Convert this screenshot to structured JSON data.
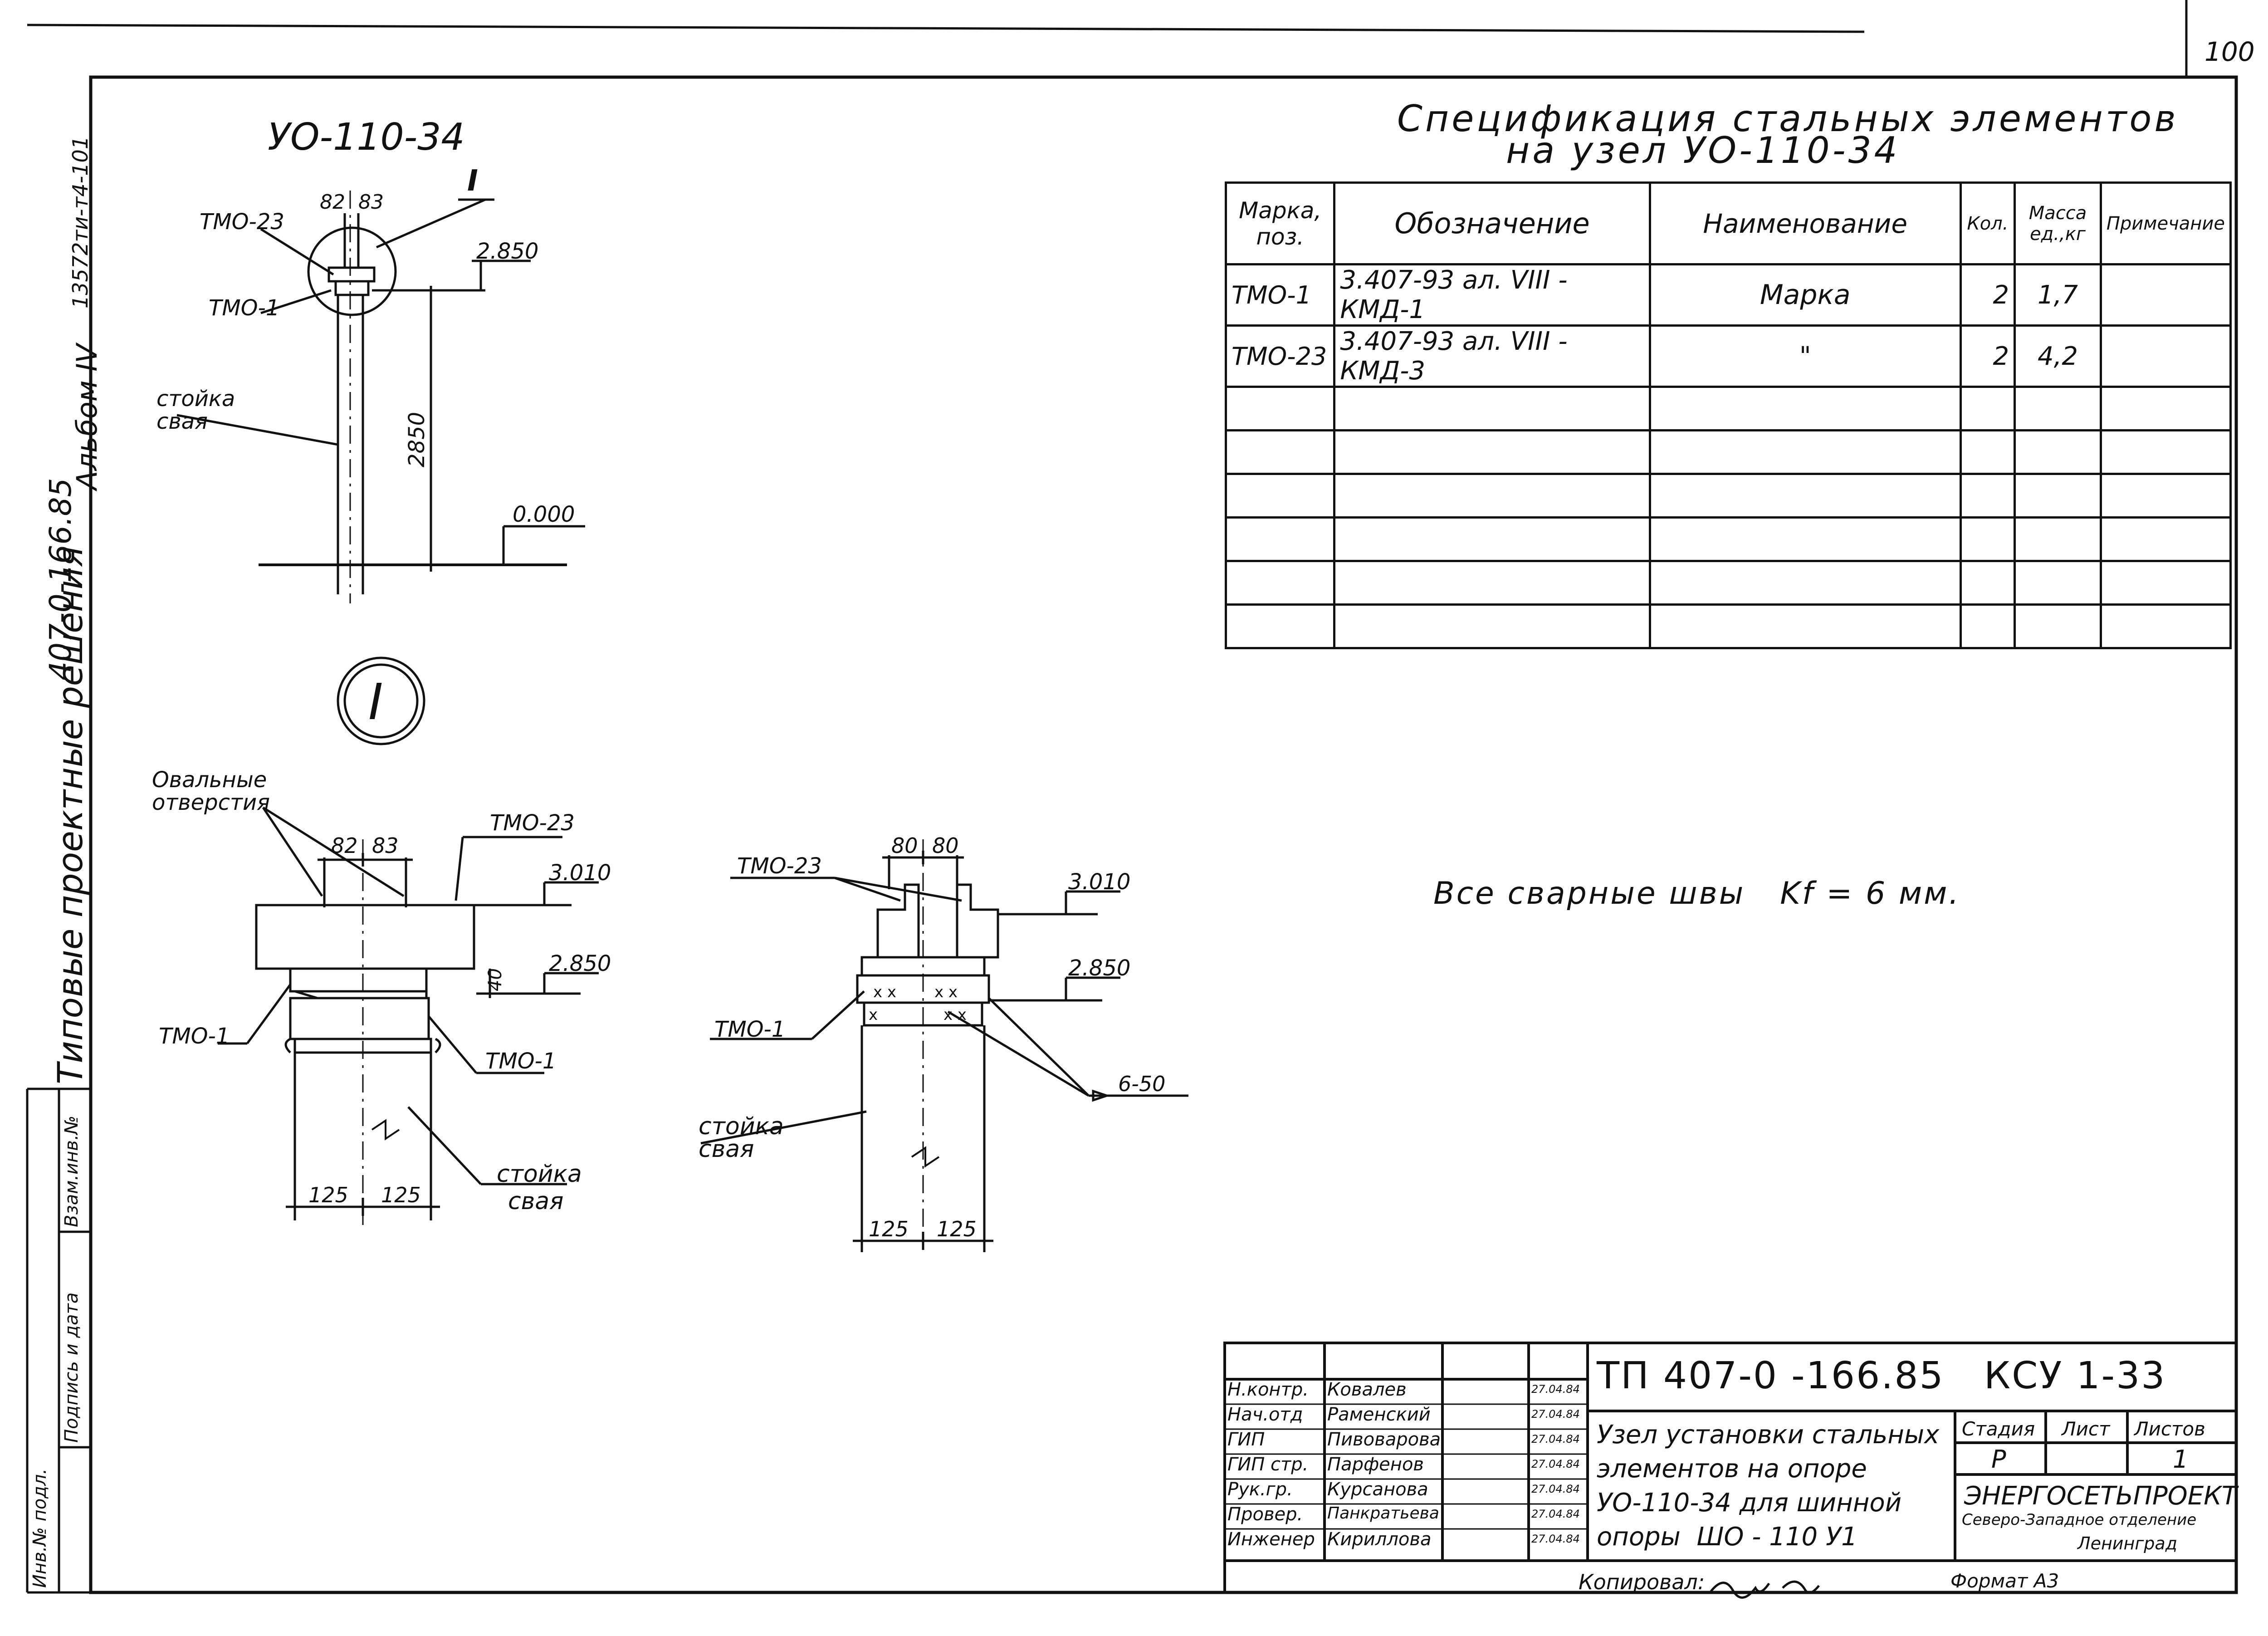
{
  "page_number": "100",
  "side_labels": {
    "archive_number": "13572ти-т4-101",
    "series": "407-0-166.85",
    "album": "Альбом IV",
    "typical": "Типовые проектные решения"
  },
  "left_strip": {
    "inv_number": "Инв.№ подл.",
    "signature_date": "Подпись и дата",
    "replaces": "Взам.инв.№"
  },
  "drawing": {
    "title": "УО-110-34",
    "callout_roman": "I",
    "labels": {
      "tmo23": "ТМО-23",
      "tmo1": "ТМО-1",
      "post": "стойка",
      "pile": "свая",
      "oval_holes_1": "Овальные",
      "oval_holes_2": "отверстия",
      "weld": "6-50"
    },
    "dims": {
      "d82": "82",
      "d83": "83",
      "d80": "80",
      "d125": "125",
      "d40": "40",
      "elev_top": "2.850",
      "elev_h": "2850",
      "elev_zero": "0.000",
      "elev_3010": "3.010",
      "elev_2850": "2.850"
    }
  },
  "spec": {
    "title_line1": "Спецификация стальных элементов",
    "title_line2": "на узел УО-110-34",
    "headers": [
      "Марка, поз.",
      "Обозначение",
      "Наименование",
      "Кол.",
      "Масса ед.,кг",
      "Примечание"
    ],
    "rows": [
      [
        "ТМО-1",
        "3.407-93 ал. VIII - КМД-1",
        "Марка",
        "2",
        "1,7",
        ""
      ],
      [
        "ТМО-23",
        "3.407-93 ал. VIII - КМД-3",
        "\"",
        "2",
        "4,2",
        ""
      ],
      [
        "",
        "",
        "",
        "",
        "",
        ""
      ],
      [
        "",
        "",
        "",
        "",
        "",
        ""
      ],
      [
        "",
        "",
        "",
        "",
        "",
        ""
      ],
      [
        "",
        "",
        "",
        "",
        "",
        ""
      ],
      [
        "",
        "",
        "",
        "",
        "",
        ""
      ],
      [
        "",
        "",
        "",
        "",
        "",
        ""
      ]
    ]
  },
  "note": "Все сварные швы   Kf = 6 мм.",
  "title_block": {
    "doc_code": "ТП 407-0 -166.85   КСУ 1-33",
    "people": [
      {
        "role": "Н.контр.",
        "name": "Ковалев",
        "date": "27.04.84"
      },
      {
        "role": "Нач.отд",
        "name": "Раменский",
        "date": "27.04.84"
      },
      {
        "role": "ГИП",
        "name": "Пивоварова",
        "date": "27.04.84"
      },
      {
        "role": "ГИП стр.",
        "name": "Парфенов",
        "date": "27.04.84"
      },
      {
        "role": "Рук.гр.",
        "name": "Курсанова",
        "date": "27.04.84"
      },
      {
        "role": "Провер.",
        "name": "Панкратьева",
        "date": "27.04.84"
      },
      {
        "role": "Инженер",
        "name": "Кириллова",
        "date": "27.04.84"
      }
    ],
    "description": [
      "Узел установки стальных",
      "элементов на опоре",
      "УО-110-34 для шинной",
      "опоры  ШО - 110 У1"
    ],
    "stage_label": "Стадия",
    "sheet_label": "Лист",
    "sheets_label": "Листов",
    "stage": "Р",
    "sheets": "1",
    "org1": "ЭНЕРГОСЕТЬПРОЕКТ",
    "org2": "Северо-Западное отделение",
    "org3": "Ленинград",
    "copied": "Копировал: ",
    "format": "Формат А3"
  }
}
